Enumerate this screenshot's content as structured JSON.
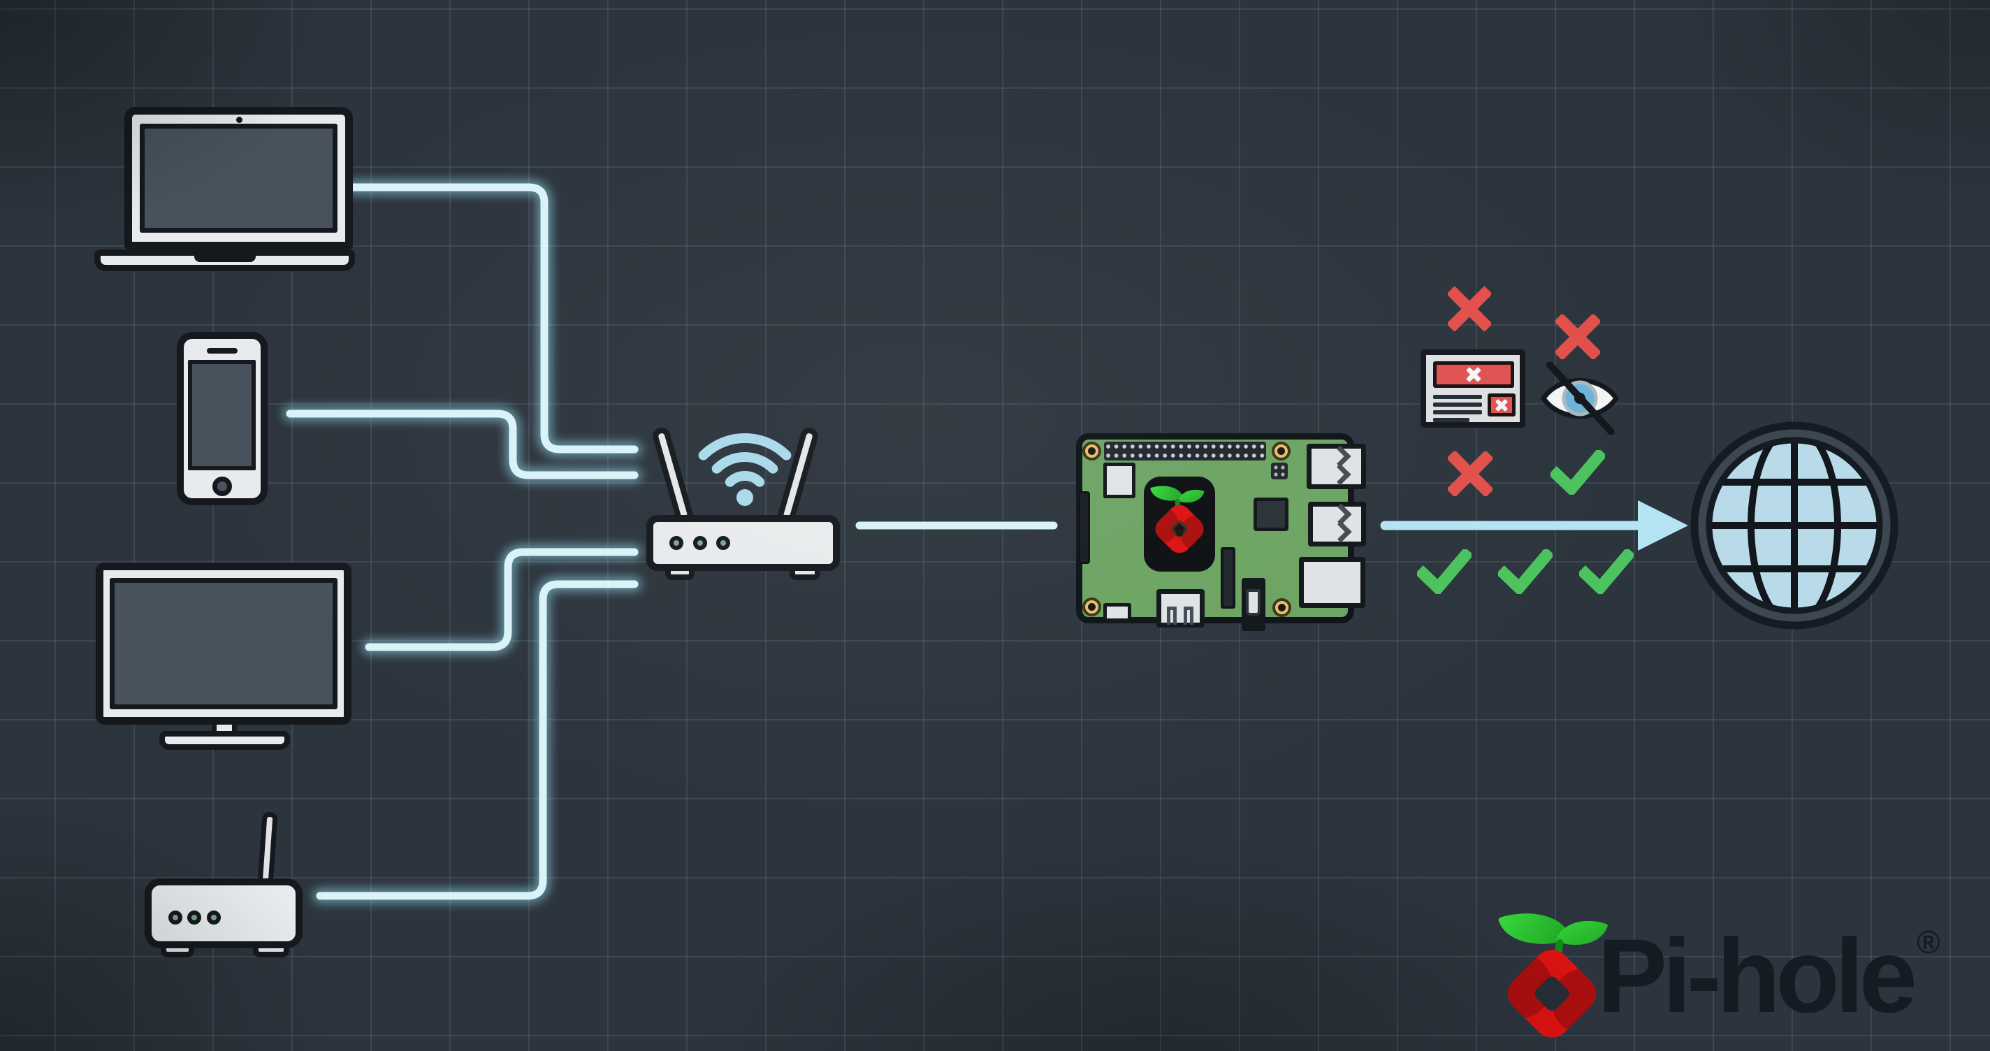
{
  "branding": {
    "logo_text": "Pi-hole",
    "registered_mark": "®"
  },
  "diagram": {
    "client_devices": [
      "laptop",
      "smartphone",
      "tv",
      "iot-modem"
    ],
    "hub": "wifi-router",
    "dns_filter": "raspberry-pi",
    "destination": "internet-globe",
    "blocked_marks": 4,
    "allowed_marks": 4,
    "blocked_content_icons": [
      "ad-banner-blocked",
      "tracker-eye-blocked"
    ]
  },
  "palette": {
    "background": "#2c343d",
    "grid_line": "rgba(163,185,205,0.14)",
    "outline": "#15191e",
    "device_body": "#e8ebed",
    "screen_fill": "#47525c",
    "wire_core": "#d9f3f9",
    "wire_glow": "#8fd9ec",
    "arrow_blue": "#b5e4f2",
    "led_green": "#7aa884",
    "wifi_blue": "#a9d9ea",
    "pcb_green": "#6ca463",
    "port_gray": "#dfe3e6",
    "hole_gold": "#e6c06c",
    "blocked_red": "#e2504a",
    "allowed_green": "#4cc35e",
    "banner_red": "#e05352",
    "iris_blue": "#6fb3d9",
    "globe_blue": "#b9dbe9",
    "ring_gray": "#3d4751",
    "logo_red": "#dc1212",
    "logo_red_dark": "#ab0e0e",
    "hole_dark": "#272e36",
    "wordmark": "#151b22"
  }
}
